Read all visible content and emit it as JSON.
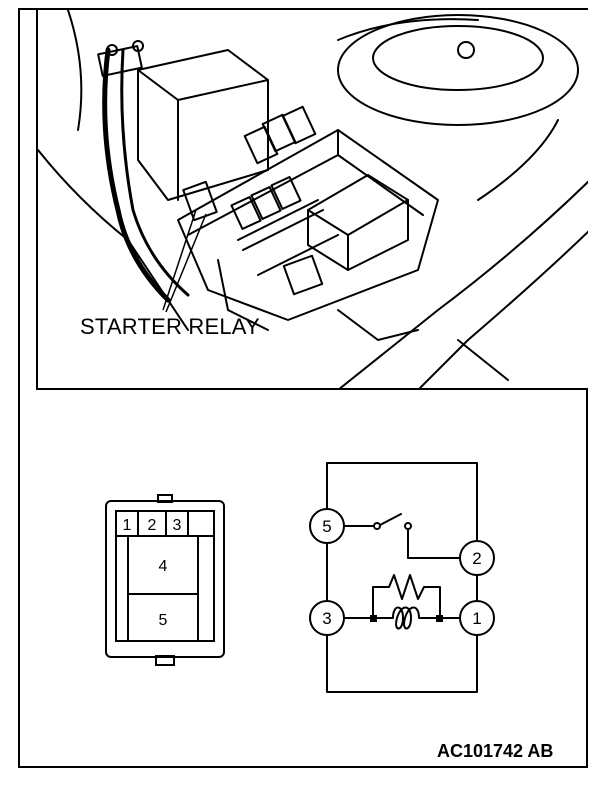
{
  "photo": {
    "callout_label": "STARTER RELAY"
  },
  "connector": {
    "top_pins": [
      "1",
      "2",
      "3"
    ],
    "center_pins": [
      "4",
      "5"
    ]
  },
  "schematic": {
    "terminals": [
      "5",
      "2",
      "3",
      "1"
    ]
  },
  "figure_code": "AC101742 AB"
}
